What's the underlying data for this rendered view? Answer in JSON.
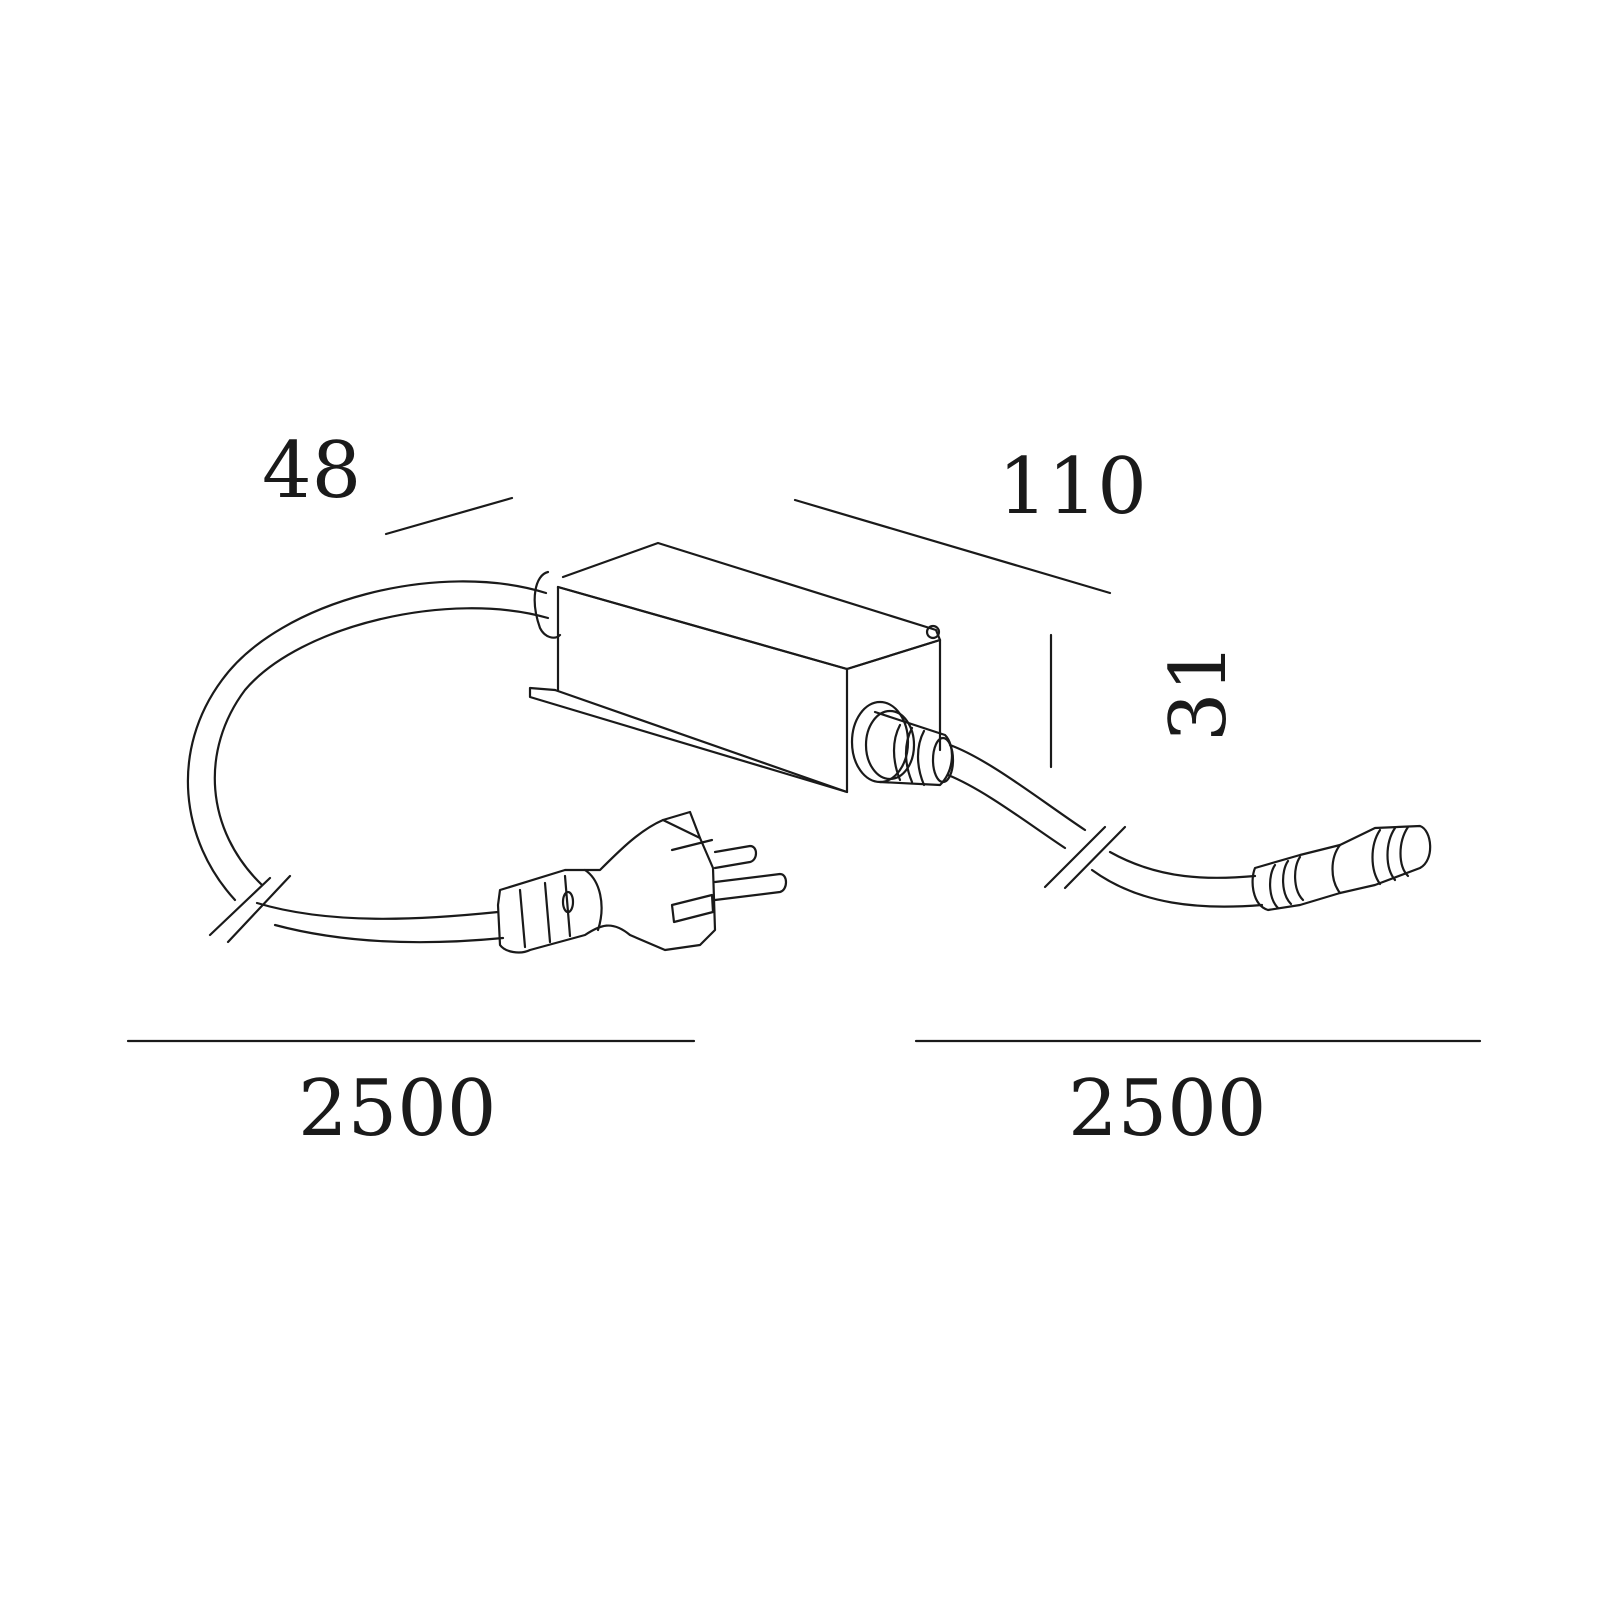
{
  "diagram": {
    "subject": "LED driver with power cable, Schuko plug and output connector",
    "stroke_color": "#1a1a1a",
    "background": "#ffffff",
    "dimensions": {
      "width": "48",
      "length": "110",
      "height": "31",
      "input_cable_length": "2500",
      "output_cable_length": "2500"
    },
    "parts": [
      {
        "name": "driver-housing"
      },
      {
        "name": "input-cable"
      },
      {
        "name": "schuko-plug"
      },
      {
        "name": "cable-gland"
      },
      {
        "name": "output-cable"
      },
      {
        "name": "output-connector"
      }
    ]
  }
}
